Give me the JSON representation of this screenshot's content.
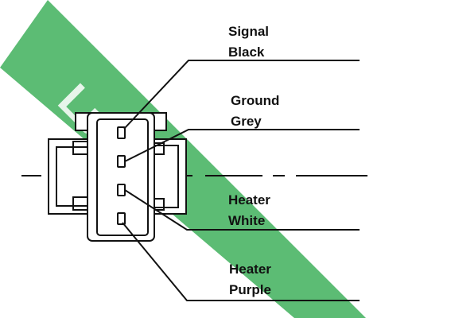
{
  "watermark": {
    "text": "Lucas",
    "color": "#5cbc74"
  },
  "line_color": "#111111",
  "pins": [
    {
      "function": "Signal",
      "wire_color": "Black"
    },
    {
      "function": "Ground",
      "wire_color": "Grey"
    },
    {
      "function": "Heater",
      "wire_color": "White"
    },
    {
      "function": "Heater",
      "wire_color": "Purple"
    }
  ]
}
